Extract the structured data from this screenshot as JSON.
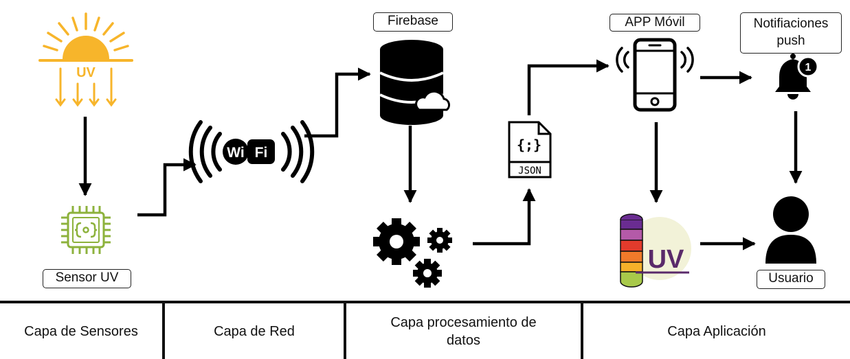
{
  "labels": {
    "firebase": "Firebase",
    "app": "APP Móvil",
    "notifications": "Notifiaciones push",
    "sensor": "Sensor UV",
    "user": "Usuario"
  },
  "icon_text": {
    "sun": "UV",
    "wifi_left": "Wi",
    "wifi_right": "Fi",
    "json_braces": "{;}",
    "json_caption": "JSON",
    "bell_badge": "1",
    "uv_scale": "UV"
  },
  "layers": [
    "Capa de Sensores",
    "Capa de Red",
    "Capa procesamiento de datos",
    "Capa Aplicación"
  ],
  "colors": {
    "sun": "#F7B52B",
    "chip": "#8DB23C",
    "ink": "#000000",
    "uv_scale": [
      "#6A2C91",
      "#B45AA8",
      "#E23B2C",
      "#F07A2A",
      "#F6B12A",
      "#A8C94A"
    ]
  }
}
